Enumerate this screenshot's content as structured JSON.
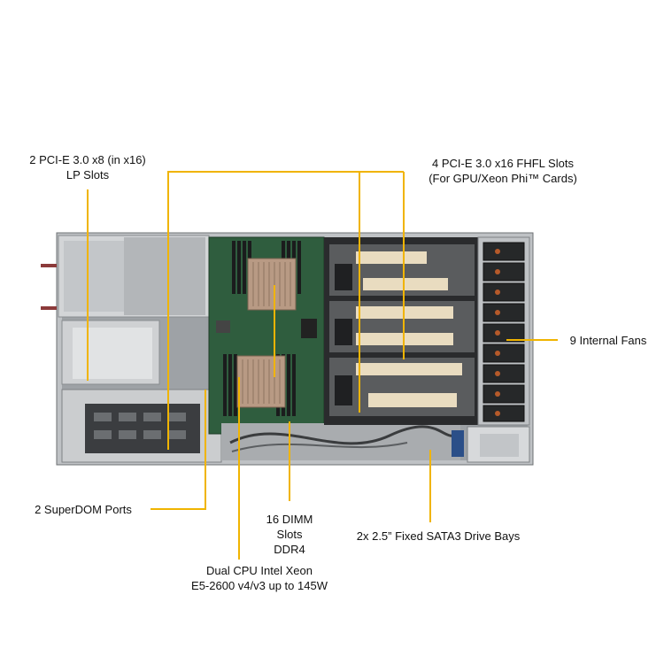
{
  "callouts": {
    "lp_slots": [
      "2 PCI-E 3.0 x8 (in x16)",
      "LP Slots"
    ],
    "fhfl_slots": [
      "4 PCI-E 3.0 x16 FHFL Slots",
      "(For GPU/Xeon Phi™ Cards)"
    ],
    "fans": [
      "9 Internal  Fans"
    ],
    "superdom": [
      "2 SuperDOM  Ports"
    ],
    "dimm": [
      "16 DIMM",
      "Slots",
      "DDR4"
    ],
    "drive_bays": [
      "2x 2.5” Fixed SATA3 Drive Bays"
    ],
    "cpu": [
      "Dual CPU Intel  Xeon",
      "E5-2600 v4/v3 up to 145W"
    ]
  },
  "colors": {
    "leader": "#f0b400",
    "chassis": "#c8cacc",
    "chassis_dark": "#5a5d60",
    "board": "#2f5d3e",
    "heatsink": "#b89a84",
    "gpu_card": "#e9dcc0",
    "gpu_shadow": "#1f2022",
    "fan": "#262829"
  }
}
